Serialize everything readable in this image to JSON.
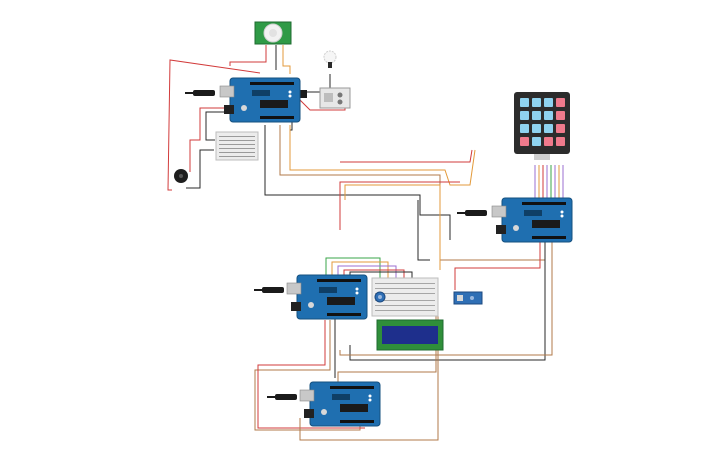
{
  "diagram": {
    "components": [
      {
        "id": "pir-sensor",
        "type": "PIR motion sensor"
      },
      {
        "id": "arduino-top",
        "type": "Arduino Uno"
      },
      {
        "id": "light-bulb",
        "type": "Light bulb"
      },
      {
        "id": "relay",
        "type": "Relay module"
      },
      {
        "id": "breadboard-small",
        "type": "Mini breadboard"
      },
      {
        "id": "piezo-buzzer",
        "type": "Piezo buzzer"
      },
      {
        "id": "keypad",
        "type": "4x4 membrane keypad"
      },
      {
        "id": "arduino-right",
        "type": "Arduino Uno"
      },
      {
        "id": "arduino-center",
        "type": "Arduino Uno"
      },
      {
        "id": "breadboard-center",
        "type": "Breadboard"
      },
      {
        "id": "potentiometer",
        "type": "Potentiometer"
      },
      {
        "id": "lcd",
        "type": "16x2 LCD"
      },
      {
        "id": "ir-sensor",
        "type": "Sensor module"
      },
      {
        "id": "arduino-bottom",
        "type": "Arduino Uno"
      }
    ],
    "colors": {
      "board": "#1f6fb0",
      "board_dark": "#15507f",
      "wire_red": "#d23b3b",
      "wire_black": "#2a2a2a",
      "wire_green": "#3aa64a",
      "wire_orange": "#e39a3b",
      "wire_brown": "#b07a4a",
      "wire_purple": "#9b6fd0",
      "lcd_screen": "#1e2f8c",
      "lcd_frame": "#2f8f3a",
      "keypad_body": "#2c2c2c",
      "keypad_key_blue": "#8fd3f0",
      "keypad_key_red": "#f07a8c"
    }
  }
}
